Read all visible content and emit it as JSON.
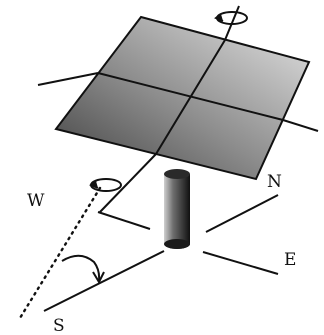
{
  "diagram": {
    "compass": {
      "north": "N",
      "south": "S",
      "east": "E",
      "west": "W"
    },
    "colors": {
      "line": "#111111",
      "panel_light": "#d8d8d8",
      "panel_dark": "#4a4a4a",
      "post_light": "#bdbdbd",
      "post_dark": "#151515"
    },
    "icons": [
      "rotation-arrow-icon",
      "rotation-arrow-icon",
      "angle-arc-icon"
    ]
  }
}
